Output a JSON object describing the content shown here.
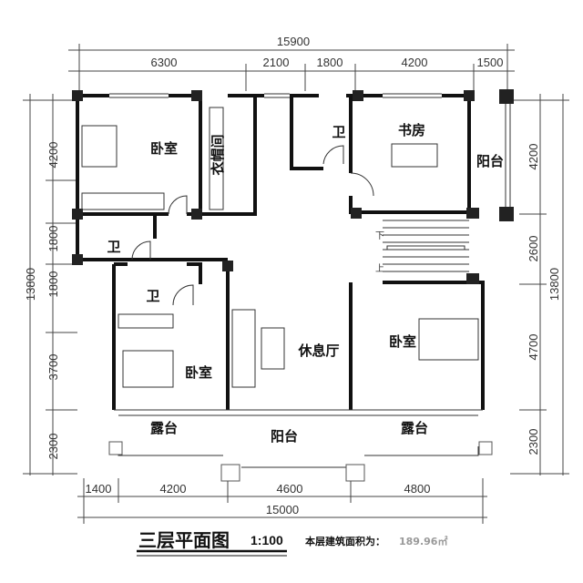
{
  "dimensions": {
    "top_total": "15900",
    "top_segments": [
      "6300",
      "2100",
      "1800",
      "4200",
      "1500"
    ],
    "bottom_segments": [
      "1400",
      "4200",
      "4600",
      "4800"
    ],
    "bottom_total": "15000",
    "left_total": "13800",
    "left_segments": [
      "4200",
      "1800",
      "1800",
      "3700",
      "2300"
    ],
    "right_total": "13800",
    "right_segments": [
      "4200",
      "2600",
      "4700",
      "2300"
    ]
  },
  "rooms": {
    "master_bedroom": "卧室",
    "closet": "衣帽间",
    "bath_1": "卫",
    "bath_2": "卫",
    "bath_3": "卫",
    "study": "书房",
    "east_balcony": "阳台",
    "bedroom_sw": "卧室",
    "bedroom_se": "卧室",
    "lounge": "休息厅",
    "terrace_left": "露台",
    "terrace_right": "露台",
    "south_balcony": "阳台",
    "stair_down": "下",
    "stair_up": "上"
  },
  "footer": {
    "title": "三层平面图",
    "scale": "1:100",
    "area_label": "本层建筑面积为：",
    "area_value": "189.96㎡"
  }
}
